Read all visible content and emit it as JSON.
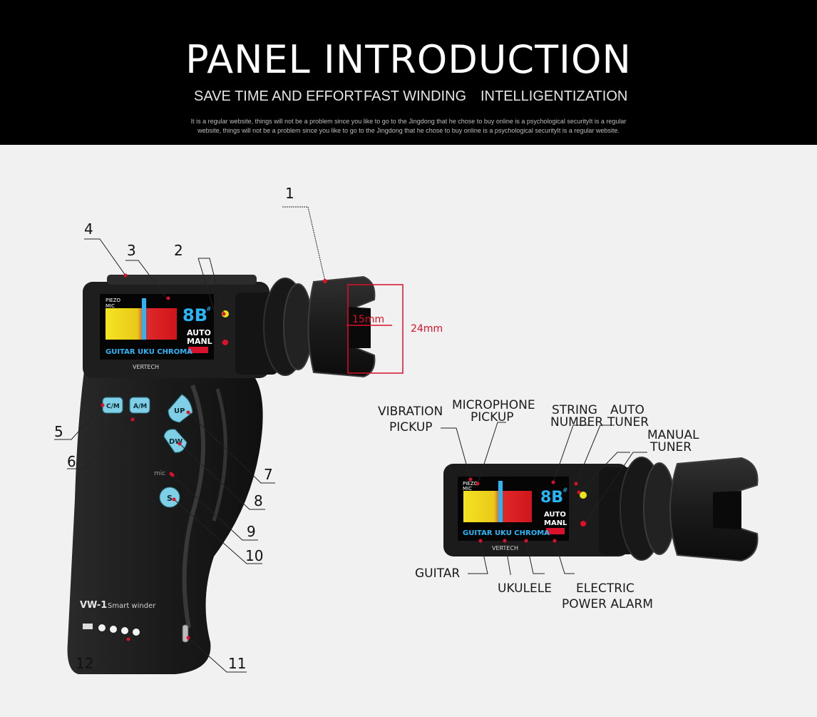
{
  "header": {
    "title": "PANEL INTRODUCTION",
    "subtitles": [
      "SAVE TIME AND EFFORT",
      "FAST WINDING",
      "INTELLIGENTIZATION"
    ],
    "fine_print_1": "It is a regular website, things will not be a problem since you like to go to the Jingdong that he chose to buy online is a psychological securityIt is a regular",
    "fine_print_2": "website, things will not be a problem since you like to go to the Jingdong that he chose to buy online is a psychological securityIt is a regular website."
  },
  "device": {
    "display_labels": {
      "piezo": "PIEZO",
      "mic": "MIC",
      "note": "8B",
      "sharp": "#",
      "auto": "AUTO",
      "manl": "MANL",
      "modes": "GUITAR UKU CHROMA",
      "brand": "VERTECH"
    },
    "buttons": {
      "cm": "C/M",
      "am": "A/M",
      "up": "UP",
      "dw": "DW",
      "s": "S"
    },
    "mic_label": "mic",
    "model": "VW-1",
    "model_sub": "Smart winder",
    "dimensions": {
      "inner": "15mm",
      "outer": "24mm"
    }
  },
  "callouts": {
    "n1": "1",
    "n2": "2",
    "n3": "3",
    "n4": "4",
    "n5": "5",
    "n6": "6",
    "n7": "7",
    "n8": "8",
    "n9": "9",
    "n10": "10",
    "n11": "11",
    "n12": "12"
  },
  "right_labels": {
    "vibration_1": "VIBRATION",
    "vibration_2": "PICKUP",
    "microphone_1": "MICROPHONE",
    "microphone_2": "PICKUP",
    "string_1": "STRING",
    "string_2": "NUMBER",
    "auto_1": "AUTO",
    "auto_2": "TUNER",
    "manual_1": "MANUAL",
    "manual_2": "TUNER",
    "guitar": "GUITAR",
    "ukulele": "UKULELE",
    "electric_1": "ELECTRIC",
    "electric_2": "POWER ALARM"
  },
  "colors": {
    "header_bg": "#000000",
    "page_bg": "#f1f1f1",
    "device_body": "#1c1c1c",
    "accent_red": "#d9112a",
    "button_teal": "#7fd0e6",
    "display_blue": "#29b6f6"
  }
}
